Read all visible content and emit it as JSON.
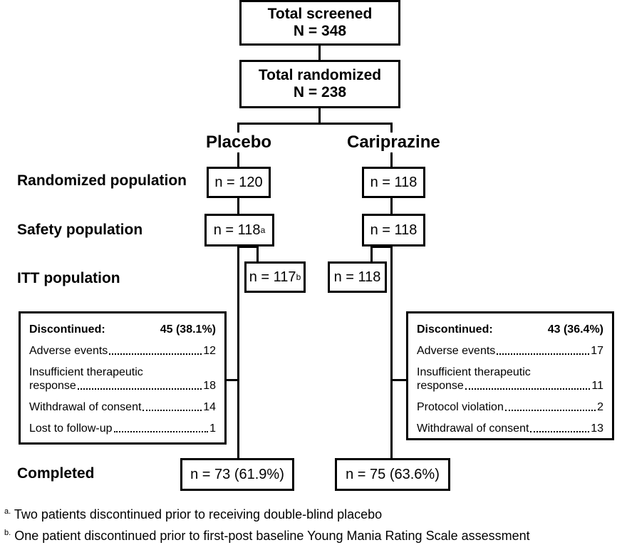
{
  "screened": {
    "title": "Total screened",
    "n": "N = 348"
  },
  "randomized": {
    "title": "Total randomized",
    "n": "N = 238"
  },
  "arms": {
    "placebo": {
      "name": "Placebo",
      "randomized": "n = 120",
      "safety": "n = 118",
      "safety_sup": "a",
      "itt": "n = 117",
      "itt_sup": "b",
      "completed": "n = 73 (61.9%)",
      "discontinued": {
        "label": "Discontinued:",
        "value": "45 (38.1%)",
        "items": [
          {
            "label": "Adverse events",
            "value": "12"
          },
          {
            "label_line1": "Insufficient therapeutic",
            "label": "response",
            "value": "18"
          },
          {
            "label": "Withdrawal of consent",
            "value": "14"
          },
          {
            "label": "Lost to follow-up",
            "value": "1"
          }
        ]
      }
    },
    "cariprazine": {
      "name": "Cariprazine",
      "randomized": "n = 118",
      "safety": "n = 118",
      "itt": "n = 118",
      "completed": "n = 75 (63.6%)",
      "discontinued": {
        "label": "Discontinued:",
        "value": "43 (36.4%)",
        "items": [
          {
            "label": "Adverse events",
            "value": "17"
          },
          {
            "label_line1": "Insufficient therapeutic",
            "label": "response",
            "value": "11"
          },
          {
            "label": "Protocol violation",
            "value": "2"
          },
          {
            "label": "Withdrawal of consent",
            "value": "13"
          }
        ]
      }
    }
  },
  "row_labels": {
    "randomized": "Randomized population",
    "safety": "Safety population",
    "itt": "ITT population",
    "completed": "Completed"
  },
  "footnotes": [
    {
      "marker": "a.",
      "text": "Two patients discontinued prior to receiving double-blind placebo"
    },
    {
      "marker": "b.",
      "text": "One patient discontinued prior to first-post baseline Young Mania Rating Scale assessment"
    }
  ]
}
